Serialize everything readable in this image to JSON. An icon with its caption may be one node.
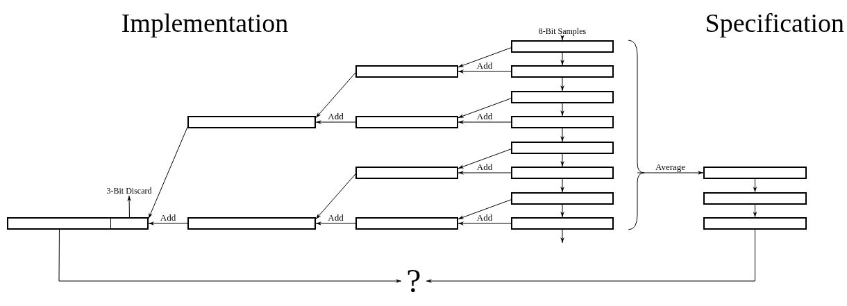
{
  "diagram": {
    "nodes": [
      {
        "text": [
          "8-Bit Samples"
        ]
      },
      {
        "text": [],
        "shape": "box"
      },
      {
        "text": [],
        "shape": "box"
      },
      {
        "text": [],
        "shape": "box"
      },
      {
        "text": [],
        "shape": "box"
      },
      {
        "text": [],
        "shape": "box"
      },
      {
        "text": [],
        "shape": "box"
      },
      {
        "text": [],
        "shape": "box"
      },
      {
        "text": [],
        "shape": "box"
      },
      {
        "text": [],
        "shape": "box"
      },
      {
        "text": [],
        "shape": "box"
      },
      {
        "text": [],
        "shape": "box"
      },
      {
        "text": [],
        "shape": "box"
      },
      {
        "text": [],
        "shape": "box"
      },
      {
        "text": [],
        "shape": "box"
      },
      {
        "text": [],
        "shape": "box"
      },
      {
        "text": [
          "3-Bit Discard"
        ]
      },
      {
        "text": [],
        "shape": "box"
      },
      {
        "text": [],
        "shape": "box"
      },
      {
        "text": [],
        "shape": "box"
      },
      {
        "text": [
          "?"
        ]
      }
    ],
    "edges": [
      {
        "from": 0,
        "to": 1,
        "arrow": "to"
      },
      {
        "from": 1,
        "to": 2,
        "arrow": "to"
      },
      {
        "from": 2,
        "to": 3,
        "arrow": "to"
      },
      {
        "from": 3,
        "to": 4,
        "arrow": "to"
      },
      {
        "from": 4,
        "to": 5,
        "arrow": "to"
      },
      {
        "from": 5,
        "to": 6,
        "arrow": "to"
      },
      {
        "from": 6,
        "to": 7,
        "arrow": "to"
      },
      {
        "from": 7,
        "to": 8,
        "arrow": "to"
      },
      {
        "from": 8,
        "to": null,
        "arrow": "to"
      },
      {
        "from": 1,
        "to": 9,
        "arrow": "to"
      },
      {
        "from": 2,
        "to": 9,
        "arrow": "to",
        "label": "Add"
      },
      {
        "from": 3,
        "to": 10,
        "arrow": "to"
      },
      {
        "from": 4,
        "to": 10,
        "arrow": "to",
        "label": "Add"
      },
      {
        "from": 5,
        "to": 11,
        "arrow": "to"
      },
      {
        "from": 6,
        "to": 11,
        "arrow": "to",
        "label": "Add"
      },
      {
        "from": 7,
        "to": 12,
        "arrow": "to"
      },
      {
        "from": 8,
        "to": 12,
        "arrow": "to",
        "label": "Add"
      },
      {
        "from": 9,
        "to": 13,
        "arrow": "to"
      },
      {
        "from": 10,
        "to": 13,
        "arrow": "to",
        "label": "Add"
      },
      {
        "from": 11,
        "to": 14,
        "arrow": "to"
      },
      {
        "from": 12,
        "to": 14,
        "arrow": "to",
        "label": "Add"
      },
      {
        "from": 13,
        "to": 15,
        "arrow": "to"
      },
      {
        "from": 14,
        "to": 15,
        "arrow": "to",
        "label": "Add"
      },
      {
        "from": 15,
        "to": 16,
        "arrow": "to"
      },
      {
        "from": null,
        "to": 17,
        "arrow": "to",
        "label": "Average"
      },
      {
        "from": 17,
        "to": 18,
        "arrow": "to"
      },
      {
        "from": 18,
        "to": 19,
        "arrow": "to"
      },
      {
        "from": 15,
        "to": 20,
        "arrow": "to"
      },
      {
        "from": 19,
        "to": 20,
        "arrow": "to"
      }
    ],
    "labels": [
      "Implementation",
      "Specification"
    ]
  }
}
